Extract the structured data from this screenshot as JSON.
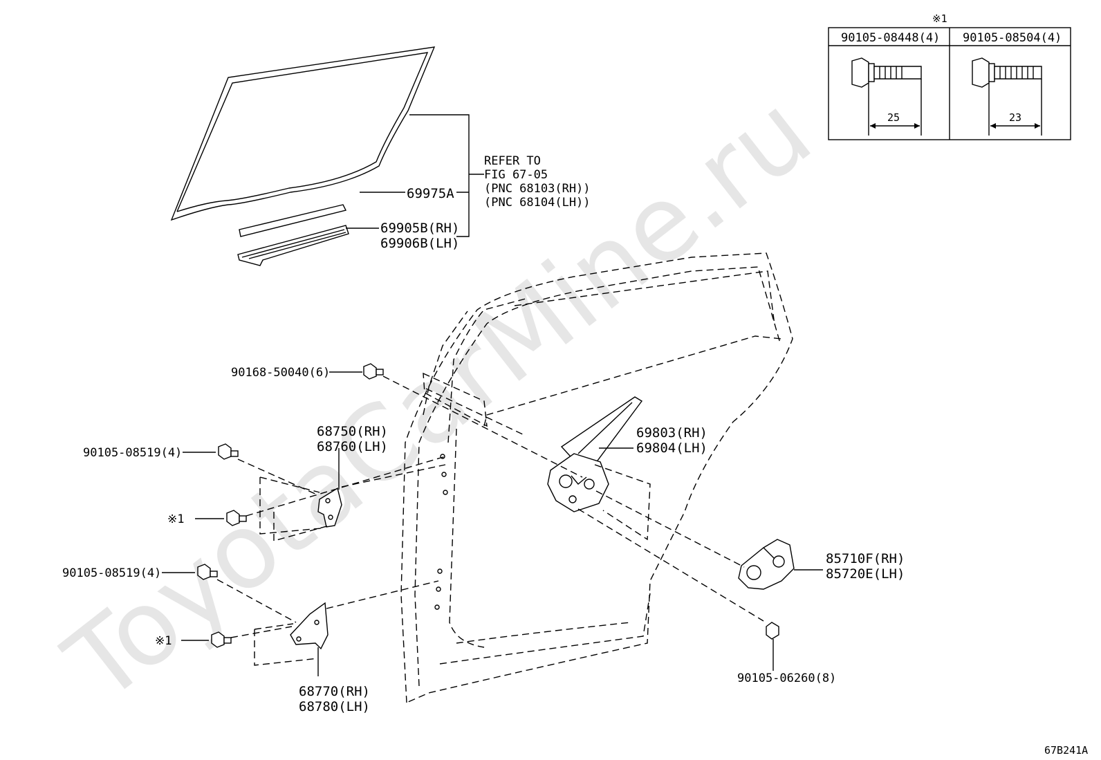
{
  "watermark": "ToyotaCarMine.ru",
  "fig_code": "67B241A",
  "bolt_table": {
    "mark": "※1",
    "columns": [
      {
        "part": "90105-08448(4)",
        "length": "25"
      },
      {
        "part": "90105-08504(4)",
        "length": "23"
      }
    ]
  },
  "labels": {
    "refer1": "REFER TO",
    "refer2": "FIG 67-05",
    "refer3": "(PNC 68103(RH))",
    "refer4": "(PNC 68104(LH))",
    "belt": "69975A",
    "channel_rh": "69905B(RH)",
    "channel_lh": "69906B(LH)",
    "bolt_top": "90168-50040(6)",
    "hinge_up_rh": "68750(RH)",
    "hinge_up_lh": "68760(LH)",
    "regulator_rh": "69803(RH)",
    "regulator_lh": "69804(LH)",
    "bolt_up": "90105-08519(4)",
    "mark_up": "※1",
    "bolt_low": "90105-08519(4)",
    "mark_low": "※1",
    "motor_rh": "85710F(RH)",
    "motor_lh": "85720E(LH)",
    "hinge_low_rh": "68770(RH)",
    "hinge_low_lh": "68780(LH)",
    "bolt_motor": "90105-06260(8)"
  }
}
